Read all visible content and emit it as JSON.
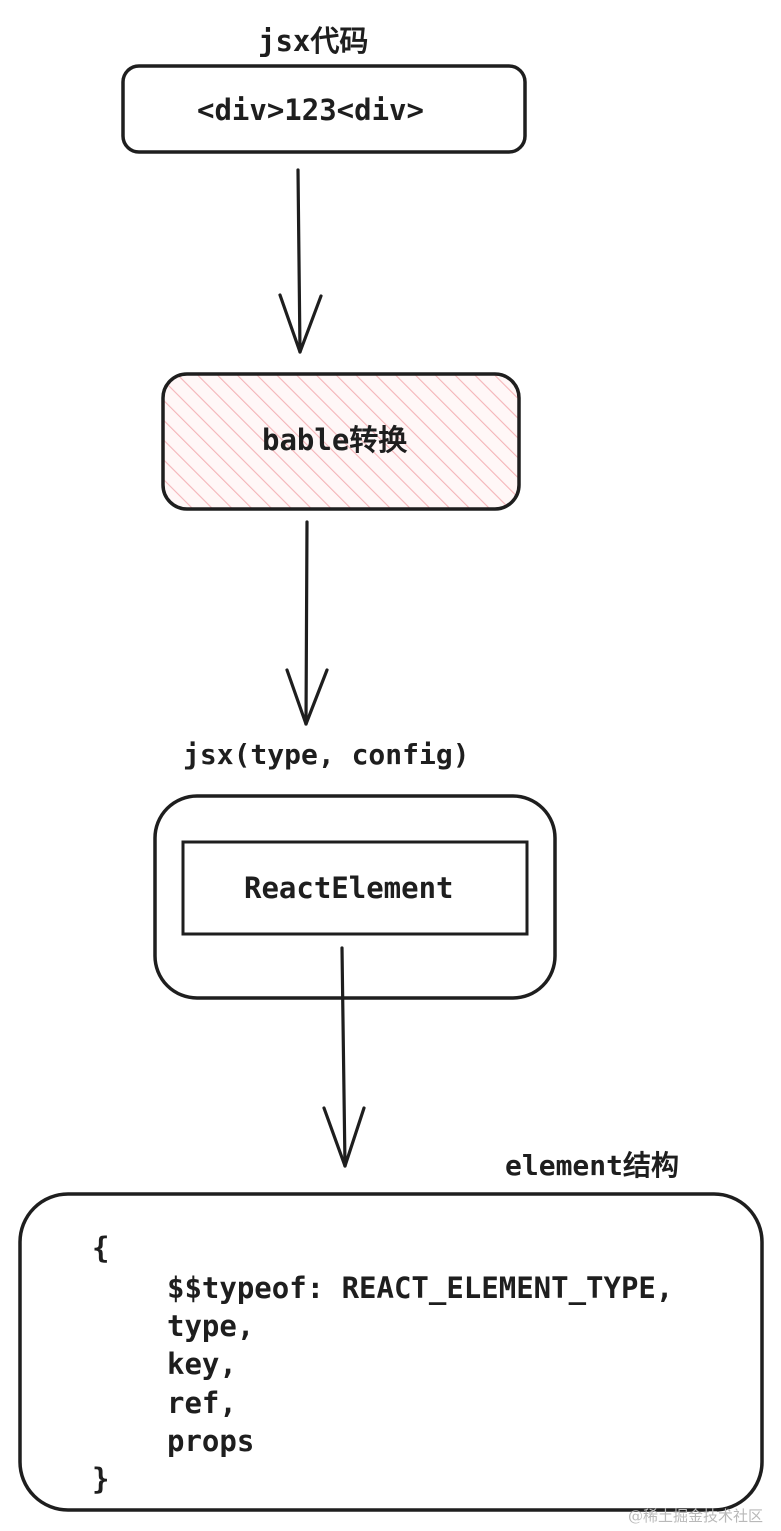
{
  "nodes": {
    "jsx_code_title": "jsx代码",
    "jsx_code_box": "<div>123<div>",
    "babel_box": "bable转换",
    "jsx_fn_title": "jsx(type, config)",
    "react_element_box": "ReactElement",
    "element_struct_title": "element结构",
    "element_struct_code": {
      "open_brace": "{",
      "lines": [
        "$$typeof: REACT_ELEMENT_TYPE,",
        "type,",
        "key,",
        "ref,",
        "props"
      ],
      "close_brace": "}"
    }
  },
  "watermark": "@稀土掘金技术社区",
  "colors": {
    "stroke": "#1e1e1e",
    "babel_fill": "#fff5f5",
    "babel_hatch": "#f4b4b8"
  }
}
